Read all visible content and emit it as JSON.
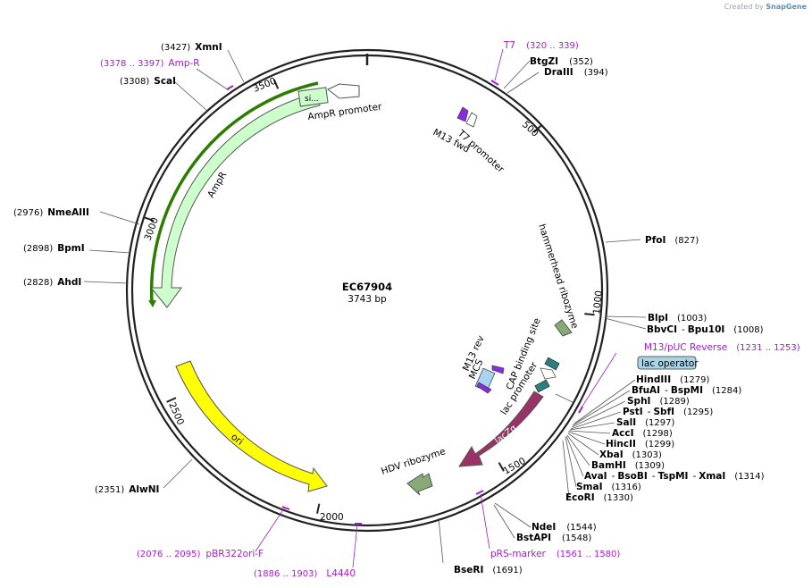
{
  "credit": {
    "prefix": "Created by",
    "brand": "SnapGene"
  },
  "plasmid": {
    "name": "EC67904",
    "length_label": "3743 bp"
  },
  "tick_labels": [
    "500",
    "1000",
    "1500",
    "2000",
    "2500",
    "3000",
    "3500"
  ],
  "restriction_sites": {
    "xmni": {
      "pos": "(3427)",
      "name": "XmnI"
    },
    "scai": {
      "pos": "(3308)",
      "name": "ScaI"
    },
    "nmeaiii": {
      "pos": "(2976)",
      "name": "NmeAIII"
    },
    "bpmi": {
      "pos": "(2898)",
      "name": "BpmI"
    },
    "ahdi": {
      "pos": "(2828)",
      "name": "AhdI"
    },
    "alwni": {
      "pos": "(2351)",
      "name": "AlwNI"
    },
    "bsei": {
      "pos": "(1691)",
      "name": "BseRI"
    },
    "btgzi": {
      "pos": "(352)",
      "name": "BtgZI"
    },
    "draiii": {
      "pos": "(394)",
      "name": "DraIII"
    },
    "pfoi": {
      "pos": "(827)",
      "name": "PfoI"
    },
    "blpi": {
      "pos": "(1003)",
      "name": "BlpI"
    },
    "bbvci": {
      "pos": "(1008)",
      "name": "BbvCI",
      "sep": "-",
      "name2": "Bpu10I"
    },
    "hindiii": {
      "pos": "(1279)",
      "name": "HindIII"
    },
    "bfuai": {
      "pos": "(1284)",
      "name": "BfuAI",
      "sep": "-",
      "name2": "BspMI"
    },
    "sphi": {
      "pos": "(1289)",
      "name": "SphI"
    },
    "psti": {
      "pos": "(1295)",
      "name": "PstI",
      "sep": "-",
      "name2": "SbfI"
    },
    "sali": {
      "pos": "(1297)",
      "name": "SalI"
    },
    "acci": {
      "pos": "(1298)",
      "name": "AccI"
    },
    "hincii": {
      "pos": "(1299)",
      "name": "HincII"
    },
    "xbai": {
      "pos": "(1303)",
      "name": "XbaI"
    },
    "bamhi": {
      "pos": "(1309)",
      "name": "BamHI"
    },
    "avai": {
      "pos": "(1314)",
      "name": "AvaI",
      "sep": "-",
      "name2": "BsoBI",
      "sep2": "-",
      "name3": "TspMI",
      "sep3": "-",
      "name4": "XmaI"
    },
    "smai": {
      "pos": "(1316)",
      "name": "SmaI"
    },
    "ecori": {
      "pos": "(1330)",
      "name": "EcoRI"
    },
    "ndei": {
      "pos": "(1544)",
      "name": "NdeI"
    },
    "bstapi": {
      "pos": "(1548)",
      "name": "BstAPI"
    }
  },
  "primers": {
    "t7": {
      "name": "T7",
      "range": "(320 .. 339)"
    },
    "ampr": {
      "name": "Amp-R",
      "range": "(3378 .. 3397)"
    },
    "m13puc": {
      "name": "M13/pUC Reverse",
      "range": "(1231 .. 1253)"
    },
    "prs": {
      "name": "pRS-marker",
      "range": "(1561 .. 1580)"
    },
    "pbr": {
      "name": "pBR322ori-F",
      "range": "(2076 .. 2095)"
    },
    "l4440": {
      "name": "L4440",
      "range": "(1886 .. 1903)"
    }
  },
  "features": {
    "ampr_promoter": "AmpR promoter",
    "ampr_promoter_box": "si...",
    "ampr": "AmpR",
    "m13fwd": "M13 fwd",
    "t7promoter": "T7 promoter",
    "hammerhead": "hammerhead ribozyme",
    "cap": "CAP binding site",
    "lac_promoter": "lac promoter",
    "lac_operator": "lac operator",
    "m13rev": "M13 rev",
    "mcs": "MCS",
    "lacz": "lacZα",
    "hdv": "HDV ribozyme",
    "ori": "ori"
  },
  "colors": {
    "backbone": "#222222",
    "ampr_fill": "#ccffcc",
    "ampr_highlight": "#2e7d00",
    "ori_fill": "#ffff00",
    "lacz_fill": "#993366",
    "ribozyme_fill": "#88aa77",
    "cap_fill": "#2a7f7f",
    "primer": "#a020c8",
    "lac_operator_fill": "#a8d4e6"
  }
}
